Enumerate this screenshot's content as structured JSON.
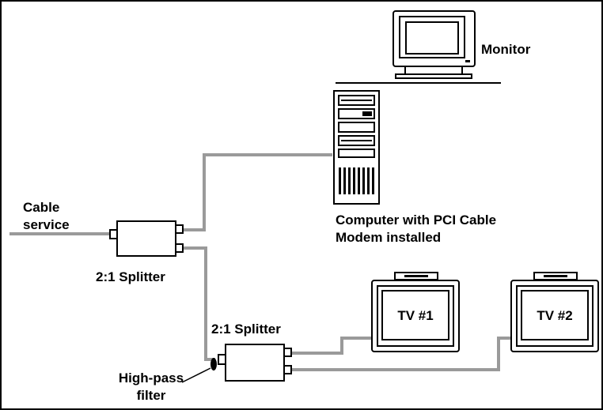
{
  "labels": {
    "monitor": "Monitor",
    "computer_line1": "Computer with PCI Cable",
    "computer_line2": "Modem installed",
    "cable_line1": "Cable",
    "cable_line2": "service",
    "splitter1": "2:1 Splitter",
    "splitter2": "2:1 Splitter",
    "tv1": "TV #1",
    "tv2": "TV #2",
    "filter_line1": "High-pass",
    "filter_line2": "filter"
  },
  "colors": {
    "cable": "#9a9a9a",
    "outline": "#000000",
    "background": "#ffffff"
  }
}
